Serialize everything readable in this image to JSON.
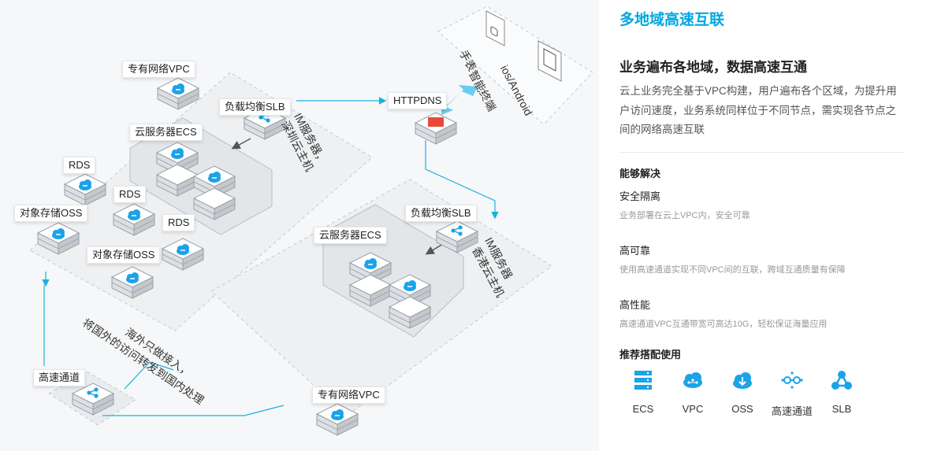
{
  "diagram": {
    "labels": {
      "vpc_top": "专有网络VPC",
      "slb_sz": "负载均衡SLB",
      "ecs_sz": "云服务器ECS",
      "rds1": "RDS",
      "rds2": "RDS",
      "rds3": "RDS",
      "oss1": "对象存储OSS",
      "oss2": "对象存储OSS",
      "httpdns": "HTTPDNS",
      "slb_hk": "负载均衡SLB",
      "ecs_hk": "云服务器ECS",
      "express": "高速通道",
      "vpc_bottom": "专有网络VPC"
    },
    "rotated": {
      "watch": "手表",
      "ios": "ios/Android",
      "terminal": "智能终端",
      "im_sz_1": "IM服务器，",
      "im_sz_2": "深圳云主机",
      "im_hk_1": "IM服务器",
      "im_hk_2": "香港云主机",
      "overseas_1": "海外只做接入，",
      "overseas_2": "将国外的访问转发到国内处理"
    }
  },
  "panel": {
    "title": "多地域高速互联",
    "heading": "业务遍布各地域，数据高速互通",
    "description": "云上业务完全基于VPC构建，用户遍布各个区域，为提升用户访问速度，业务系统同样位于不同节点，需实现各节点之间的网络高速互联",
    "capabilities_title": "能够解决",
    "features": [
      {
        "title": "安全隔离",
        "desc": "业务部署在云上VPC内，安全可靠"
      },
      {
        "title": "高可靠",
        "desc": "使用高速通道实现不同VPC间的互联，跨域互通质量有保障"
      },
      {
        "title": "高性能",
        "desc": "高速通道VPC互通带宽可高达10G，轻松保证海量应用"
      }
    ],
    "recommend_title": "推荐搭配使用",
    "products": [
      {
        "label": "ECS",
        "icon": "ecs-icon"
      },
      {
        "label": "VPC",
        "icon": "vpc-icon"
      },
      {
        "label": "OSS",
        "icon": "oss-icon"
      },
      {
        "label": "高速通道",
        "icon": "express-connect-icon"
      },
      {
        "label": "SLB",
        "icon": "slb-icon"
      }
    ],
    "accent_color": "#00a7e0",
    "icon_color": "#1aa3e8"
  }
}
